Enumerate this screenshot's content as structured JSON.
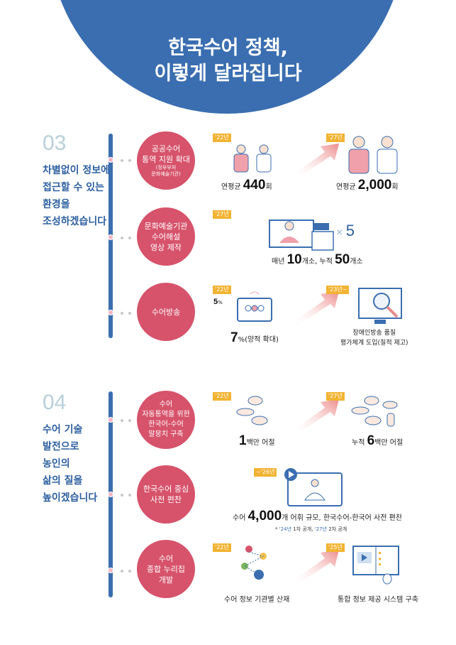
{
  "title": {
    "line1": "한국수어 정책,",
    "line2": "이렇게 달라집니다"
  },
  "colors": {
    "blue": "#3a6eb0",
    "pink": "#d6536b",
    "yellow": "#f2b332"
  },
  "sections": [
    {
      "number": "03",
      "headline": [
        "차별없이 정보에",
        "접근할 수 있는",
        "환경을",
        "조성하겠습니다"
      ],
      "items": [
        {
          "label": [
            "공공수어",
            "통역 지원 확대"
          ],
          "sub": [
            "(정부부처",
            "문화예술기관)"
          ],
          "from_year": "'22년",
          "from_pre": "연평균 ",
          "from_value": "440",
          "from_unit": "회",
          "to_year": "'27년",
          "to_pre": "연평균 ",
          "to_value": "2,000",
          "to_unit": "회"
        },
        {
          "label": [
            "문화예술기관",
            "수어해설",
            "영상 제작"
          ],
          "year": "'27년",
          "times": "× ",
          "times_value": "5",
          "c1": "매년 ",
          "v1": "10",
          "u1": "개소, 누적 ",
          "v2": "50",
          "u2": "개소"
        },
        {
          "label": [
            "수어방송"
          ],
          "from_year": "'22년",
          "from_small": "5",
          "from_small_unit": "%",
          "from_value": "7",
          "from_unit": "%(양적 확대)",
          "to_year": "'23년~",
          "to_text": [
            "장애인방송 품질",
            "평가체계 도입(질적 제고)"
          ]
        }
      ]
    },
    {
      "number": "04",
      "headline": [
        "수어 기술",
        "발전으로",
        "농인의",
        "삶의 질을",
        "높이겠습니다"
      ],
      "items": [
        {
          "label": [
            "수어",
            "자동통역을 위한",
            "한국어-수어",
            "말뭉치 구축"
          ],
          "from_year": "'22년",
          "from_value": "1",
          "from_unit": "백만 어절",
          "to_year": "'27년",
          "to_pre": "누적 ",
          "to_value": "6",
          "to_unit": "백만 어절"
        },
        {
          "label": [
            "한국수어 중심",
            "사전 편찬"
          ],
          "year": "~'26년",
          "pre": "수어 ",
          "value": "4,000",
          "post": "개 어휘 규모, 한국수어-한국어 사전 편찬",
          "note_pre": "* ",
          "note_y1": "'24년",
          "note_m": " 1차 공개, ",
          "note_y2": "'27년",
          "note_post": " 2차 공개"
        },
        {
          "label": [
            "수어",
            "종합 누리집",
            "개발"
          ],
          "from_year": "'22년",
          "from_text": "수어 정보 기관별 산재",
          "to_year": "'25년",
          "to_text": "통합 정보 제공 시스템 구축"
        }
      ]
    }
  ]
}
